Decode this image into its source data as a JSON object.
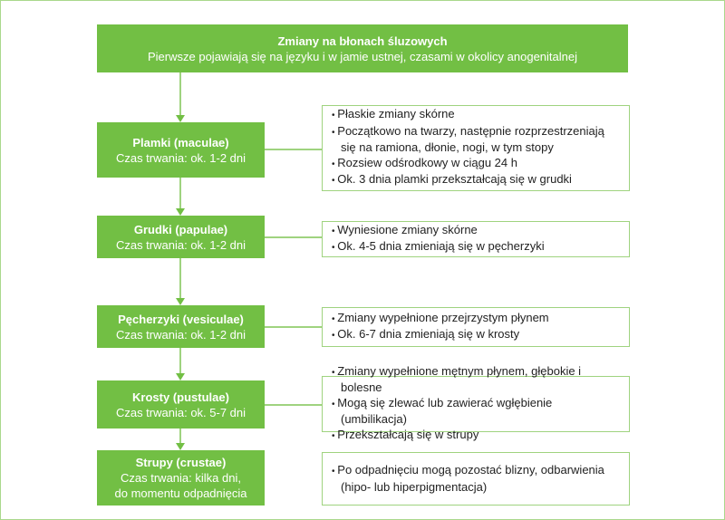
{
  "top": {
    "title": "Zmiany na błonach śluzowych",
    "subtitle": "Pierwsze pojawiają się na języku i w jamie ustnej, czasami w okolicy anogenitalnej"
  },
  "stages": [
    {
      "title": "Plamki (maculae)",
      "duration": [
        "Czas trwania: ok. 1-2 dni"
      ],
      "details": [
        "Płaskie zmiany skórne",
        "Początkowo na twarzy, następnie rozprzestrzeniają się na ramiona, dłonie, nogi, w tym stopy",
        "Rozsiew odśrodkowy w ciągu 24 h",
        "Ok. 3 dnia plamki przekształcają się w grudki"
      ]
    },
    {
      "title": "Grudki (papulae)",
      "duration": [
        "Czas trwania: ok. 1-2 dni"
      ],
      "details": [
        "Wyniesione zmiany skórne",
        "Ok. 4-5 dnia zmieniają się w pęcherzyki"
      ]
    },
    {
      "title": "Pęcherzyki (vesiculae)",
      "duration": [
        "Czas trwania: ok. 1-2 dni"
      ],
      "details": [
        "Zmiany wypełnione przejrzystym płynem",
        "Ok. 6-7 dnia zmieniają się w krosty"
      ]
    },
    {
      "title": "Krosty (pustulae)",
      "duration": [
        "Czas trwania: ok. 5-7 dni"
      ],
      "details": [
        "Zmiany wypełnione mętnym płynem, głębokie i bolesne",
        "Mogą się zlewać lub zawierać wgłębienie (umbilikacja)",
        "Przekształcają się w strupy"
      ]
    },
    {
      "title": "Strupy (crustae)",
      "duration": [
        "Czas trwania: kilka dni,",
        "do momentu odpadnięcia"
      ],
      "details": [
        "Po odpadnięciu mogą pozostać blizny, odbarwienia (hipo- lub hiperpigmentacja)"
      ]
    }
  ],
  "colors": {
    "green": "#72bf44",
    "line": "#9fd37f"
  }
}
